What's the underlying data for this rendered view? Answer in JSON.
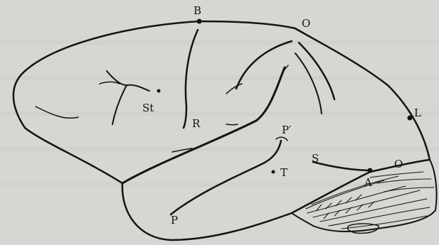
{
  "labels": {
    "B": "B",
    "O_top": "O",
    "St": "St",
    "R": "R",
    "L": "L",
    "P_prime": "P′",
    "T": "T",
    "S": "S",
    "A": "A",
    "O_right": "O",
    "P": "P"
  },
  "colors": {
    "background": "#d6d6d2",
    "ink": "#141414"
  }
}
